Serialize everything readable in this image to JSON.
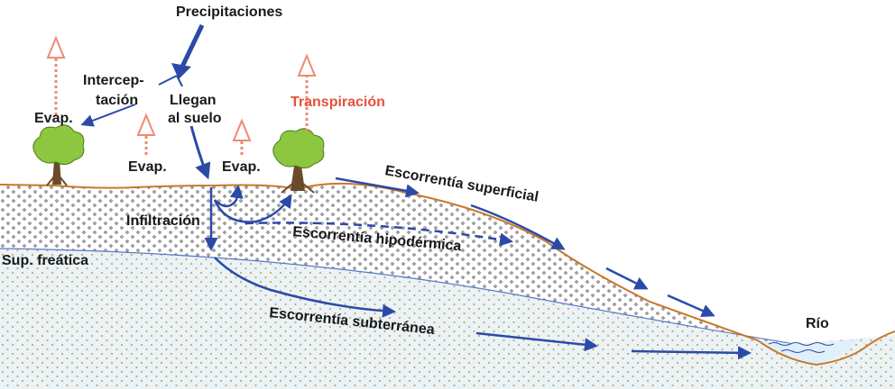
{
  "diagram": {
    "labels": {
      "precipitation": "Precipitaciones",
      "interception_1": "Intercep-",
      "interception_2": "tación",
      "reach_ground_1": "Llegan",
      "reach_ground_2": "al suelo",
      "transpiration": "Transpiración",
      "evap_tree": "Evap.",
      "evap_ground_left": "Evap.",
      "evap_ground_right": "Evap.",
      "infiltration": "Infiltración",
      "water_table": "Sup. freática",
      "surface_runoff": "Escorrentía superficial",
      "subsurface_runoff": "Escorrentía hipodérmica",
      "groundwater_runoff": "Escorrentía subterránea",
      "river": "Río"
    },
    "colors": {
      "flow_arrow": "#2b4aa8",
      "evaporation_arrow": "#f08a70",
      "transpiration_text": "#e8503a",
      "ground_line": "#c8782a",
      "water_table_line": "#5a78c8",
      "soil_fill": "#ffffff",
      "aquifer_fill": "#e8f4f8",
      "aquifer_dot": "#e0a060",
      "tree_foliage": "#8dc63f",
      "tree_trunk": "#6b4a2a"
    }
  }
}
